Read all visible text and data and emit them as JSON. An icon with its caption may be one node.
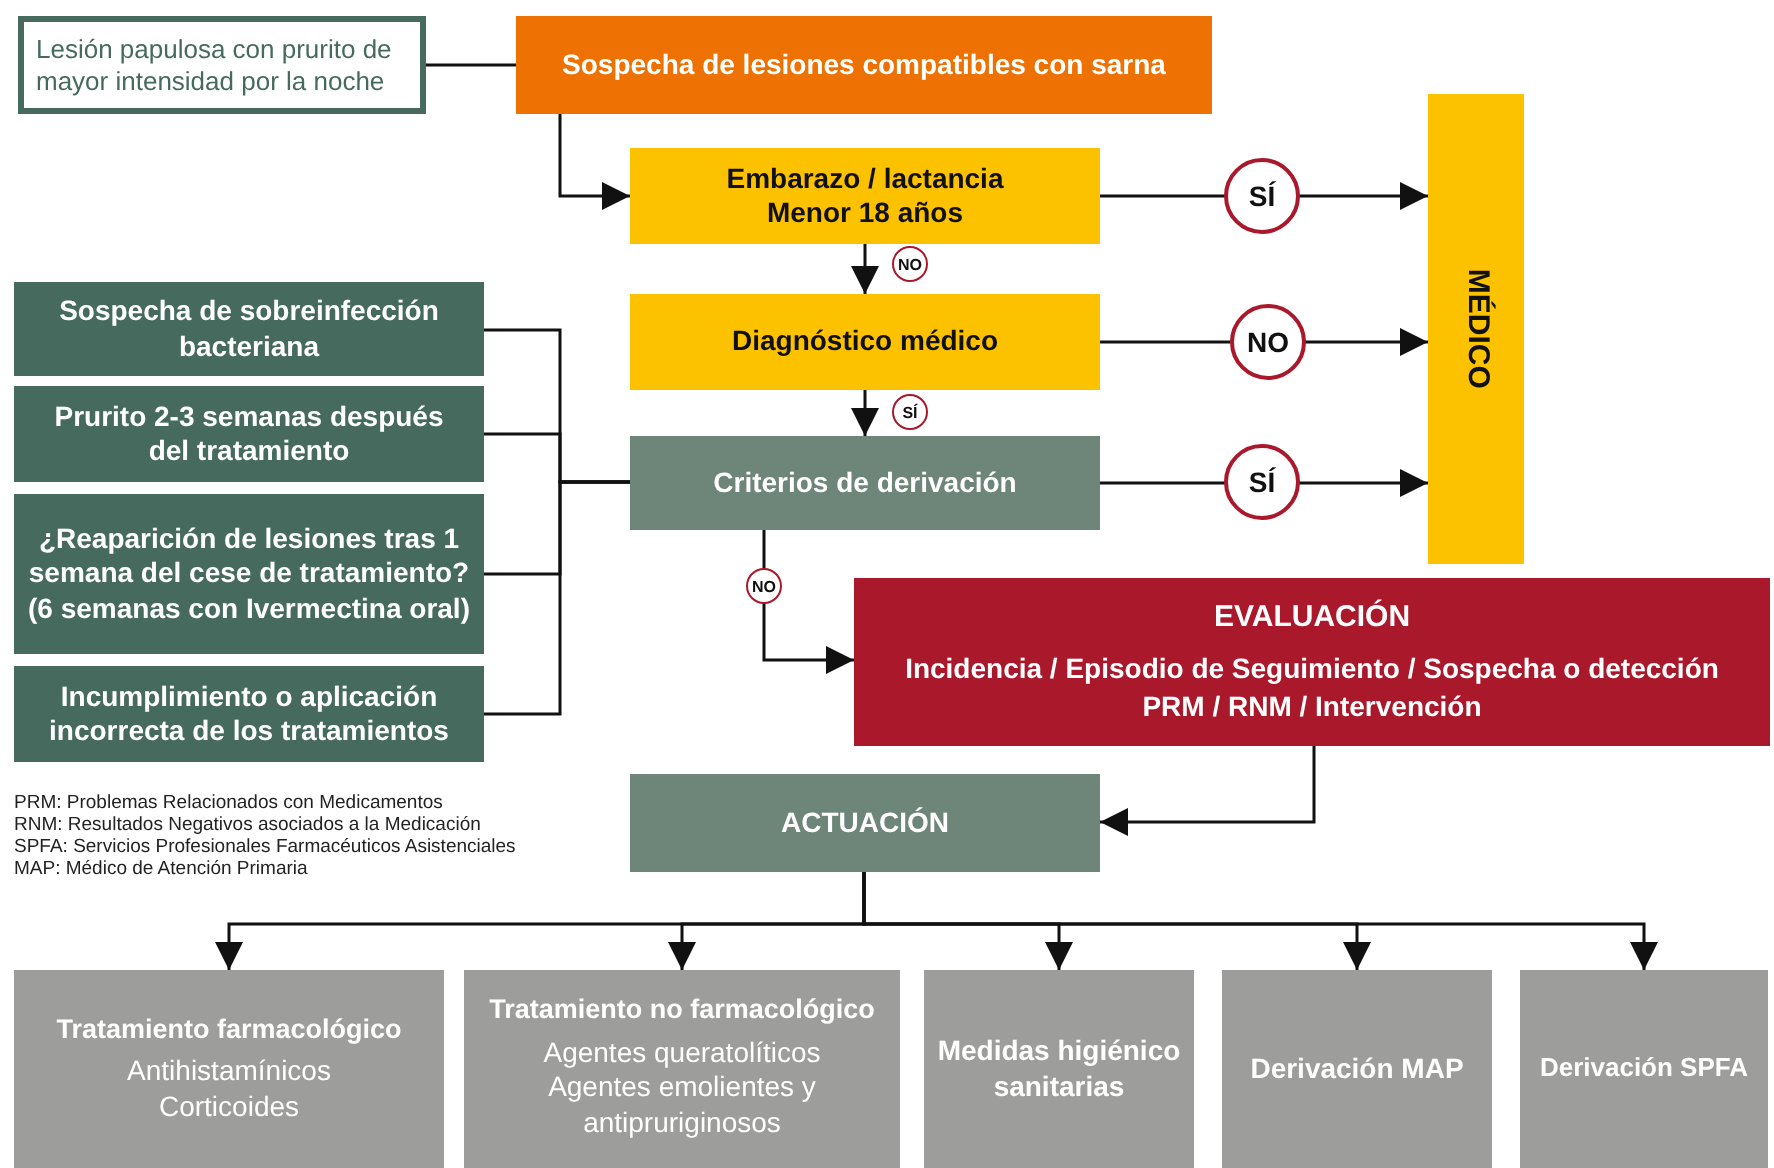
{
  "diagram": {
    "nodes": [
      {
        "text": [
          "Lesión papulosa con prurito de mayor intensidad por la noche"
        ]
      },
      {
        "text": [
          "Sospecha de lesiones compatibles con sarna"
        ]
      },
      {
        "text": [
          "Embarazo / lactancia Menor 18 años"
        ]
      },
      {
        "text": [
          "Diagnóstico médico"
        ]
      },
      {
        "text": [
          "Criterios de derivación"
        ]
      },
      {
        "text": [
          "MÉDICO"
        ]
      },
      {
        "text": [
          "Sospecha de sobreinfección bacteriana"
        ]
      },
      {
        "text": [
          "Prurito 2-3 semanas después del tratamiento"
        ]
      },
      {
        "text": [
          "¿Reaparición de lesiones tras 1 semana del cese de tratamiento? (6 semanas con Ivermectina oral)"
        ]
      },
      {
        "text": [
          "Incumplimiento o aplicación incorrecta de los tratamientos"
        ]
      },
      {
        "text": [
          "EVALUACIÓN",
          "Incidencia / Episodio de Seguimiento / Sospecha o detección",
          "PRM / RNM / Intervención"
        ]
      },
      {
        "text": [
          "ACTUACIÓN"
        ]
      },
      {
        "text": [
          "Tratamiento farmacológico",
          "Antihistamínicos Corticoides"
        ]
      },
      {
        "text": [
          "Tratamiento no farmacológico",
          "Agentes queratolíticos Agentes emolientes y antipruriginosos"
        ]
      },
      {
        "text": [
          "Medidas higiénico sanitarias"
        ]
      },
      {
        "text": [
          "Derivación MAP"
        ]
      },
      {
        "text": [
          "Derivación SPFA"
        ]
      }
    ],
    "edges": [
      {
        "from": 0,
        "to": 1,
        "arrow": "none"
      },
      {
        "from": 1,
        "to": 2,
        "arrow": "to"
      },
      {
        "from": 2,
        "to": 5,
        "arrow": "to",
        "label": "SÍ"
      },
      {
        "from": 2,
        "to": 3,
        "arrow": "to",
        "label": "NO"
      },
      {
        "from": 3,
        "to": 5,
        "arrow": "to",
        "label": "NO"
      },
      {
        "from": 3,
        "to": 4,
        "arrow": "to",
        "label": "SÍ"
      },
      {
        "from": 4,
        "to": 5,
        "arrow": "to",
        "label": "SÍ"
      },
      {
        "from": 6,
        "to": 4,
        "arrow": "none"
      },
      {
        "from": 7,
        "to": 4,
        "arrow": "none"
      },
      {
        "from": 8,
        "to": 4,
        "arrow": "none"
      },
      {
        "from": 9,
        "to": 4,
        "arrow": "none"
      },
      {
        "from": 4,
        "to": 10,
        "arrow": "to",
        "label": "NO"
      },
      {
        "from": 10,
        "to": 11,
        "arrow": "to"
      },
      {
        "from": 11,
        "to": 12,
        "arrow": "to"
      },
      {
        "from": 11,
        "to": 13,
        "arrow": "to"
      },
      {
        "from": 11,
        "to": 14,
        "arrow": "to"
      },
      {
        "from": 11,
        "to": 15,
        "arrow": "to"
      },
      {
        "from": 11,
        "to": 16,
        "arrow": "to"
      }
    ],
    "labels": [
      "PRM: Problemas Relacionados con Medicamentos",
      "RNM: Resultados Negativos asociados a la Medicación",
      "SPFA: Servicios Profesionales Farmacéuticos Asistenciales",
      "MAP: Médico de Atención Primaria"
    ]
  }
}
